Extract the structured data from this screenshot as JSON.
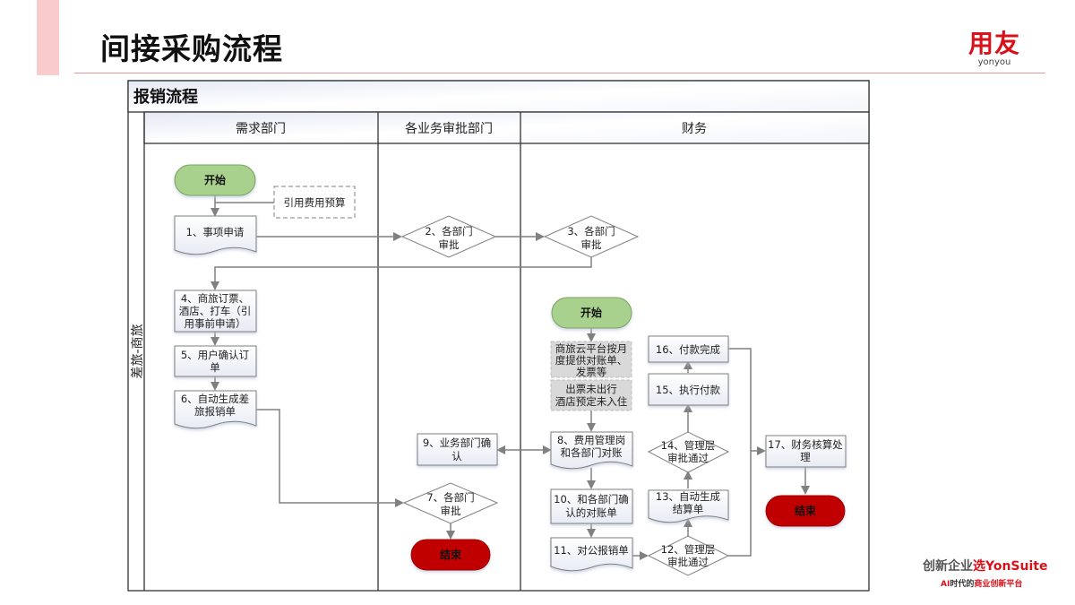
{
  "header": {
    "title": "间接采购流程",
    "logo_cn": "用友",
    "logo_en": "yonyou"
  },
  "diagram": {
    "title": "报销流程",
    "row_label": "差旅-商旅",
    "lanes": [
      "需求部门",
      "各业务审批部门",
      "财务"
    ],
    "nodes": {
      "start1": "开始",
      "budget": "引用费用预算",
      "n1": "1、事项申请",
      "n2": [
        "2、各部门",
        "审批"
      ],
      "n3": [
        "3、各部门",
        "审批"
      ],
      "n4": [
        "4、商旅订票、",
        "酒店、打车（引",
        "用事前申请）"
      ],
      "n5": [
        "5、用户确认订",
        "单"
      ],
      "n6": [
        "6、自动生成差",
        "旅报销单"
      ],
      "n7": [
        "7、各部门",
        "审批"
      ],
      "end1": "结束",
      "start2": "开始",
      "s1": [
        "商旅云平台按月",
        "度提供对账单、",
        "发票等"
      ],
      "s2": [
        "出票未出行",
        "酒店预定未入住"
      ],
      "n8": [
        "8、费用管理岗",
        "和各部门对账"
      ],
      "n9": [
        "9、业务部门确",
        "认"
      ],
      "n10": [
        "10、和各部门确",
        "认的对账单"
      ],
      "n11": "11、对公报销单",
      "n12": [
        "12、管理层",
        "审批通过"
      ],
      "n13": [
        "13、自动生成",
        "结算单"
      ],
      "n14": [
        "14、管理层",
        "审批通过"
      ],
      "n15": "15、执行付款",
      "n16": "16、付款完成",
      "n17": [
        "17、财务核算处",
        "理"
      ],
      "end2": "结束"
    },
    "colors": {
      "start_fill": "#a9d18e",
      "end_fill": "#c00000",
      "line": "#808080",
      "gray_fill": "#d9d9d9"
    }
  },
  "footer": {
    "slogan_line1_a": "创新企业",
    "slogan_line1_b": "选YonSuite",
    "slogan_line2_a": "AI",
    "slogan_line2_b": "时代的",
    "slogan_line2_c": "商业创新平台"
  }
}
